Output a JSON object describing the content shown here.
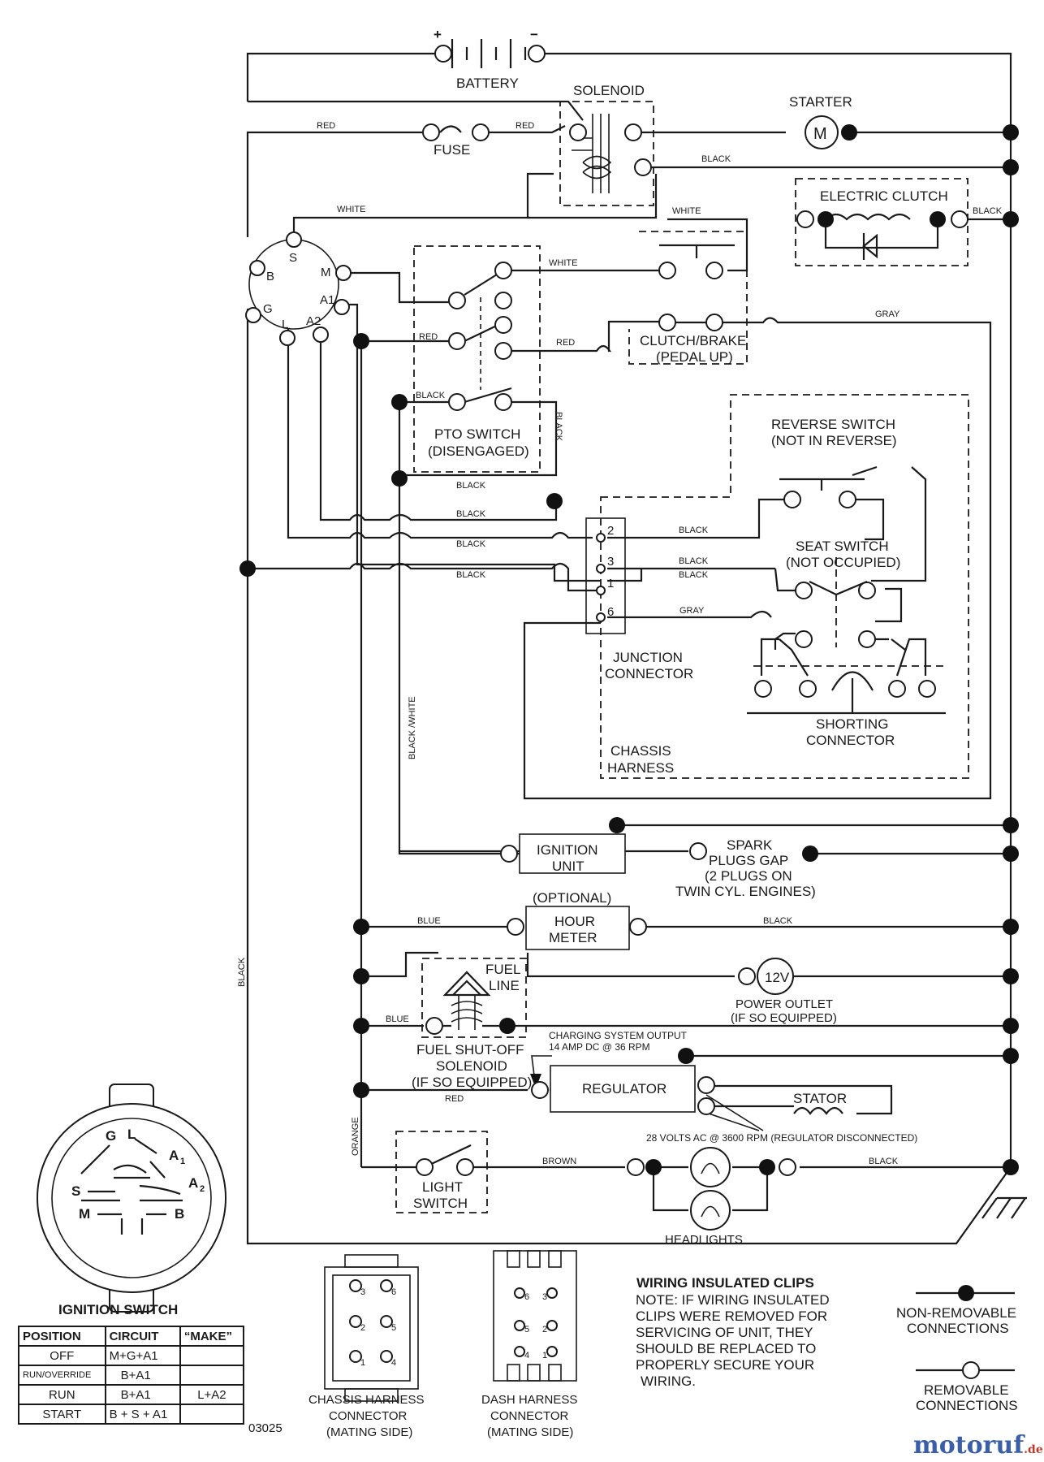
{
  "labels": {
    "battery": "BATTERY",
    "plus": "+",
    "minus": "−",
    "solenoid": "SOLENOID",
    "starter": "STARTER",
    "starter_m": "M",
    "fuse": "FUSE",
    "electric_clutch": "ELECTRIC CLUTCH",
    "clutch_brake_1": "CLUTCH/BRAKE",
    "clutch_brake_2": "(PEDAL UP)",
    "pto_switch_1": "PTO SWITCH",
    "pto_switch_2": "(DISENGAGED)",
    "reverse_switch_1": "REVERSE SWITCH",
    "reverse_switch_2": "(NOT IN REVERSE)",
    "seat_switch_1": "SEAT SWITCH",
    "seat_switch_2": "(NOT OCCUPIED)",
    "junction_1": "JUNCTION",
    "junction_2": "CONNECTOR",
    "shorting_1": "SHORTING",
    "shorting_2": "CONNECTOR",
    "chassis_1": "CHASSIS",
    "chassis_2": "HARNESS",
    "ignition_unit_1": "IGNITION",
    "ignition_unit_2": "UNIT",
    "spark_1": "SPARK",
    "spark_2": "PLUGS GAP",
    "spark_3": "(2 PLUGS ON",
    "spark_4": "TWIN CYL. ENGINES)",
    "optional": "(OPTIONAL)",
    "hour_meter_1": "HOUR",
    "hour_meter_2": "METER",
    "fuel_line_1": "FUEL",
    "fuel_line_2": "LINE",
    "outlet_12v": "12V",
    "power_outlet_1": "POWER OUTLET",
    "power_outlet_2": "(IF SO EQUIPPED)",
    "fuel_solenoid_1": "FUEL SHUT-OFF",
    "fuel_solenoid_2": "SOLENOID",
    "fuel_solenoid_3": "(IF SO EQUIPPED)",
    "charging_1": "CHARGING SYSTEM OUTPUT",
    "charging_2": "14 AMP DC @ 36 RPM",
    "regulator": "REGULATOR",
    "stator": "STATOR",
    "volts_ac": "28 VOLTS AC @ 3600 RPM (REGULATOR DISCONNECTED)",
    "light_switch_1": "LIGHT",
    "light_switch_2": "SWITCH",
    "headlights": "HEADLIGHTS",
    "ignition_switch": "IGNITION SWITCH",
    "chassis_conn_1": "CHASSIS HARNESS",
    "chassis_conn_2": "CONNECTOR",
    "chassis_conn_3": "(MATING SIDE)",
    "dash_conn_1": "DASH HARNESS",
    "dash_conn_2": "CONNECTOR",
    "dash_conn_3": "(MATING SIDE)",
    "clips_title": "WIRING INSULATED CLIPS",
    "clips_note_1": "NOTE: IF WIRING INSULATED",
    "clips_note_2": "CLIPS WERE REMOVED FOR",
    "clips_note_3": "SERVICING OF UNIT, THEY",
    "clips_note_4": "SHOULD BE REPLACED TO",
    "clips_note_5": "PROPERLY SECURE YOUR",
    "clips_note_6": "WIRING.",
    "nonremovable_1": "NON-REMOVABLE",
    "nonremovable_2": "CONNECTIONS",
    "removable_1": "REMOVABLE",
    "removable_2": "CONNECTIONS",
    "figure_no": "03025"
  },
  "terminals": {
    "ign_s": "S",
    "ign_b": "B",
    "ign_m": "M",
    "ign_a1": "A1",
    "ign_g": "G",
    "ign_l": "L",
    "ign_a2": "A2",
    "jc_2": "2",
    "jc_3": "3",
    "jc_1": "1",
    "jc_6": "6",
    "face_g": "G",
    "face_l": "L",
    "face_a1": "A",
    "face_a1_sub": "1",
    "face_a2": "A",
    "face_a2_sub": "2",
    "face_s": "S",
    "face_m": "M",
    "face_b": "B",
    "pin_d3": "3",
    "pin_d6": "6",
    "pin_d2": "2",
    "pin_d5": "5",
    "pin_d1": "1",
    "pin_d4": "4",
    "pin_e6": "6",
    "pin_e3": "3",
    "pin_e5": "5",
    "pin_e2": "2",
    "pin_e4": "4",
    "pin_e1": "1"
  },
  "wires": {
    "red_1": "RED",
    "red_2": "RED",
    "red_3": "RED",
    "red_4": "RED",
    "red_5": "RED",
    "white_1": "WHITE",
    "white_2": "WHITE",
    "white_3": "WHITE",
    "black_sol": "BLACK",
    "black_clutch": "BLACK",
    "black_pto": "BLACK",
    "black_pto_v": "BLACK",
    "black_b1": "BLACK",
    "black_b2": "BLACK",
    "black_b3": "BLACK",
    "black_b4": "BLACK",
    "black_j2": "BLACK",
    "black_j3": "BLACK",
    "black_j1": "BLACK",
    "gray_1": "GRAY",
    "gray_2": "GRAY",
    "black_white": "BLACK /WHITE",
    "black_left": "BLACK",
    "blue_1": "BLUE",
    "blue_2": "BLUE",
    "black_hour": "BLACK",
    "orange": "ORANGE",
    "brown": "BROWN",
    "black_head": "BLACK"
  },
  "ignition_table": {
    "headers": [
      "POSITION",
      "CIRCUIT",
      "“MAKE”"
    ],
    "rows": [
      [
        "OFF",
        "M+G+A1",
        ""
      ],
      [
        "RUN/OVERRIDE",
        "B+A1",
        ""
      ],
      [
        "RUN",
        "B+A1",
        "L+A2"
      ],
      [
        "START",
        "B + S + A1",
        ""
      ]
    ]
  },
  "brand": {
    "name": "motoruf",
    "tld": ".de",
    "color": "#3b5ea8",
    "tld_color": "#c0392b"
  }
}
